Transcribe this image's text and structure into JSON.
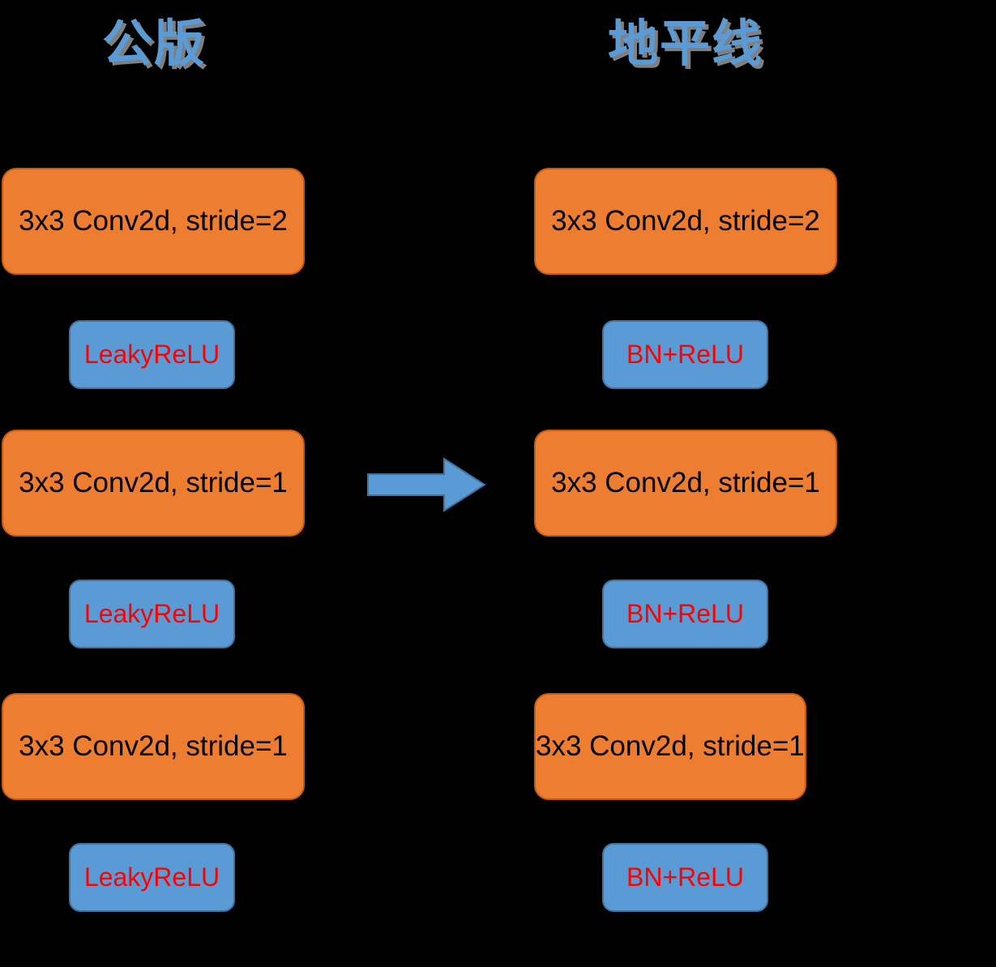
{
  "diagram": {
    "background_color": "#000000",
    "columns": [
      {
        "id": "left",
        "title": "公版",
        "title_color": "#5B9BD5",
        "blocks": [
          {
            "type": "conv",
            "label": "3x3 Conv2d, stride=2",
            "color": "#ED7D31",
            "text_color": "#000000"
          },
          {
            "type": "activation",
            "label": "LeakyReLU",
            "color": "#5B9BD5",
            "text_color": "#FF0000"
          },
          {
            "type": "conv",
            "label": "3x3 Conv2d, stride=1",
            "color": "#ED7D31",
            "text_color": "#000000"
          },
          {
            "type": "activation",
            "label": "LeakyReLU",
            "color": "#5B9BD5",
            "text_color": "#FF0000"
          },
          {
            "type": "conv",
            "label": "3x3 Conv2d, stride=1",
            "color": "#ED7D31",
            "text_color": "#000000"
          },
          {
            "type": "activation",
            "label": "LeakyReLU",
            "color": "#5B9BD5",
            "text_color": "#FF0000"
          }
        ]
      },
      {
        "id": "right",
        "title": "地平线",
        "title_color": "#5B9BD5",
        "blocks": [
          {
            "type": "conv",
            "label": "3x3 Conv2d, stride=2",
            "color": "#ED7D31",
            "text_color": "#000000"
          },
          {
            "type": "activation",
            "label": "BN+ReLU",
            "color": "#5B9BD5",
            "text_color": "#FF0000"
          },
          {
            "type": "conv",
            "label": "3x3 Conv2d, stride=1",
            "color": "#ED7D31",
            "text_color": "#000000"
          },
          {
            "type": "activation",
            "label": "BN+ReLU",
            "color": "#5B9BD5",
            "text_color": "#FF0000"
          },
          {
            "type": "conv",
            "label": "3x3 Conv2d, stride=1",
            "color": "#ED7D31",
            "text_color": "#000000"
          },
          {
            "type": "activation",
            "label": "BN+ReLU",
            "color": "#5B9BD5",
            "text_color": "#FF0000"
          }
        ]
      }
    ],
    "arrow": {
      "name": "right-arrow-icon",
      "direction": "right",
      "fill_color": "#5B9BD5",
      "stroke_color": "#41719C"
    }
  }
}
